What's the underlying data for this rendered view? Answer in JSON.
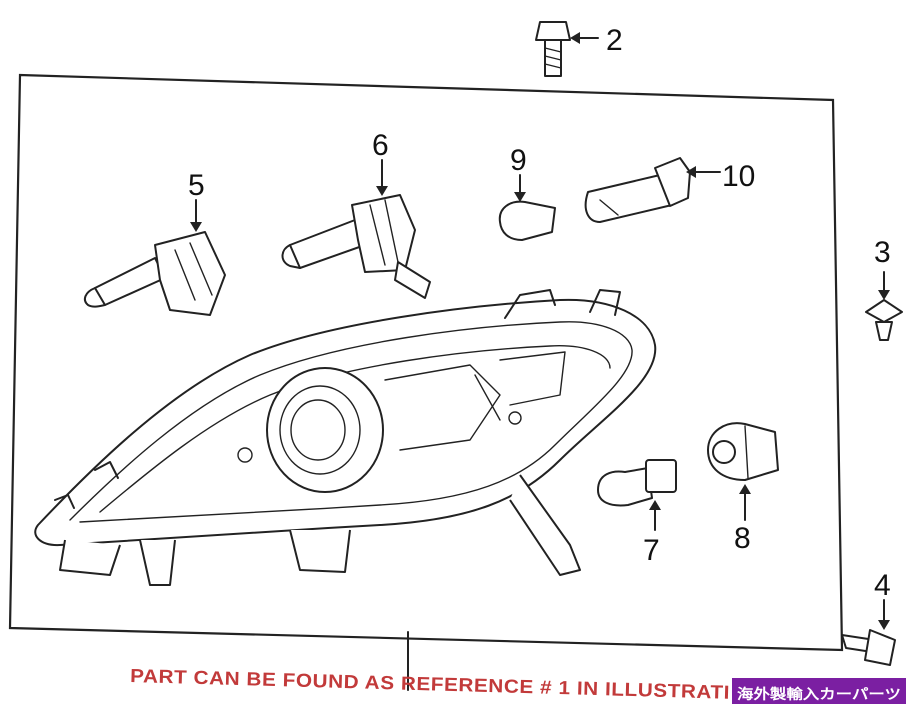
{
  "diagram": {
    "parts": [
      {
        "number": "2"
      },
      {
        "number": "3"
      },
      {
        "number": "4"
      },
      {
        "number": "5"
      },
      {
        "number": "6"
      },
      {
        "number": "7"
      },
      {
        "number": "8"
      },
      {
        "number": "9"
      },
      {
        "number": "10"
      }
    ],
    "caption": "PART CAN BE FOUND AS REFERENCE # 1 IN ILLUSTRATI",
    "badge": "海外製輸入カーパーツ",
    "colors": {
      "line": "#222222",
      "caption": "#c23a3a",
      "badge_background": "#7b1fa2",
      "badge_text": "#ffffff"
    }
  }
}
